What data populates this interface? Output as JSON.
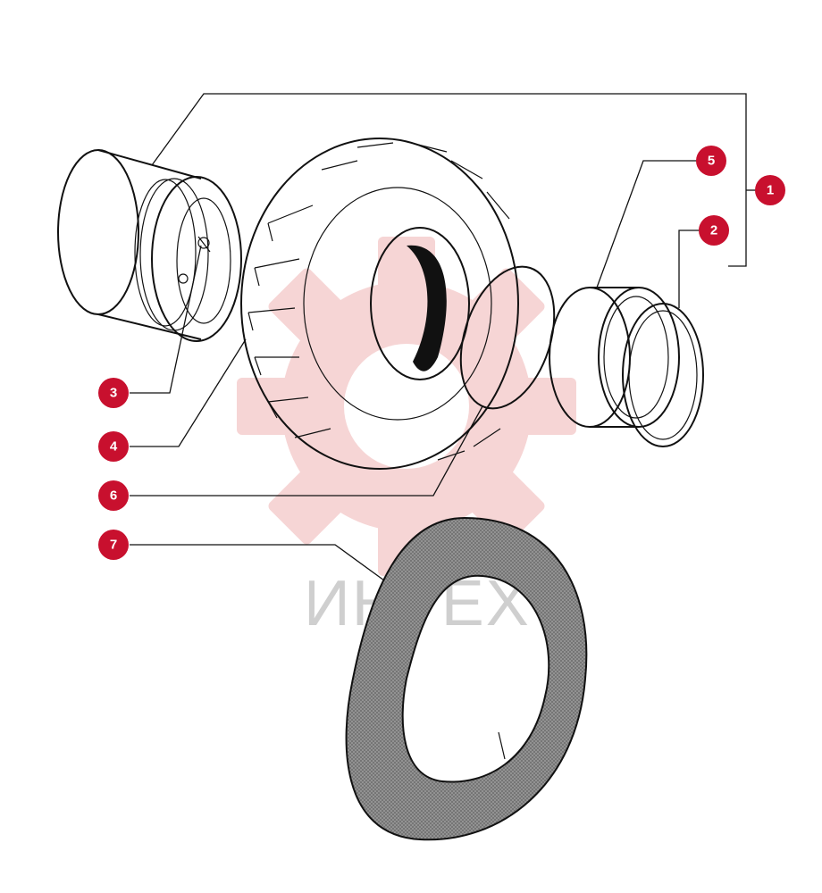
{
  "watermark": {
    "text": "ИНТЕХ",
    "gear_color": "#f4c7c7",
    "text_color": "#cfcfcf"
  },
  "callouts": [
    {
      "id": "1",
      "label": "1",
      "part": "wheel-assembly"
    },
    {
      "id": "2",
      "label": "2",
      "part": "lock-ring"
    },
    {
      "id": "3",
      "label": "3",
      "part": "valve"
    },
    {
      "id": "4",
      "label": "4",
      "part": "tire"
    },
    {
      "id": "5",
      "label": "5",
      "part": "side-ring"
    },
    {
      "id": "6",
      "label": "6",
      "part": "o-ring"
    },
    {
      "id": "7",
      "label": "7",
      "part": "inner-tube"
    }
  ],
  "colors": {
    "callout": "#c8102e",
    "line": "#111111"
  }
}
